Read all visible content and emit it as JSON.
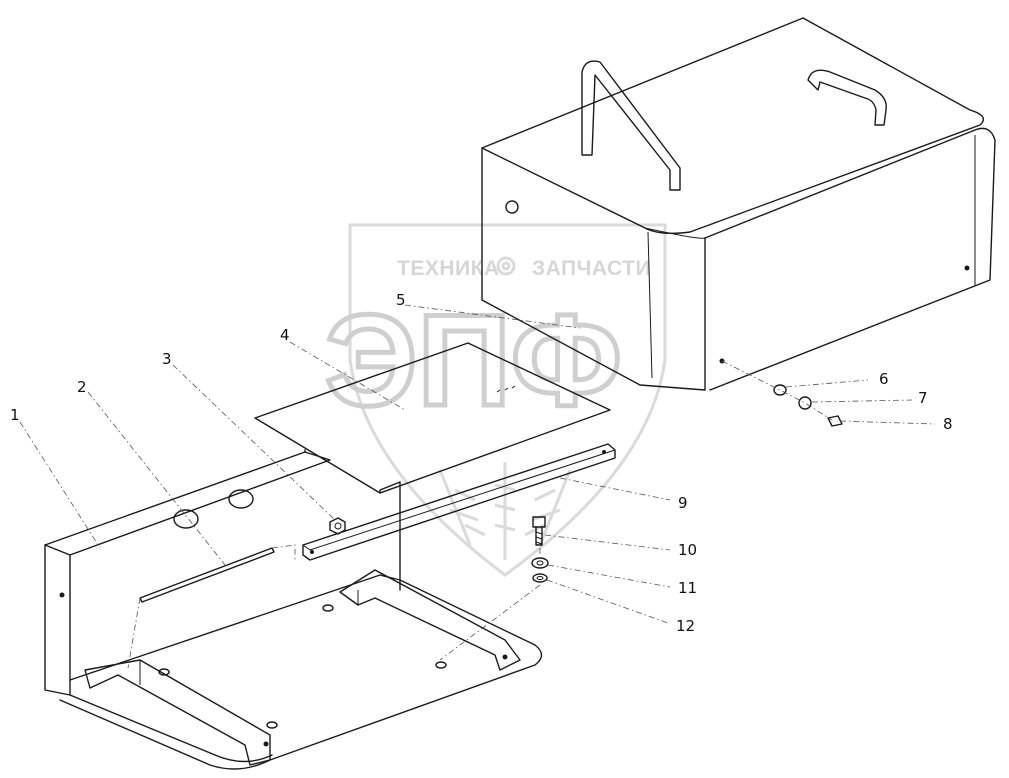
{
  "watermark": {
    "left_word": "ТЕХНИКА",
    "right_word": "ЗАПЧАСТИ",
    "monogram": "ЭПФ",
    "icon": "gear-icon"
  },
  "callouts": [
    "1",
    "2",
    "3",
    "4",
    "5",
    "6",
    "7",
    "8",
    "9",
    "10",
    "11",
    "12"
  ],
  "colors": {
    "line": "#1a1a1a",
    "watermark": "#d6d6d6"
  }
}
